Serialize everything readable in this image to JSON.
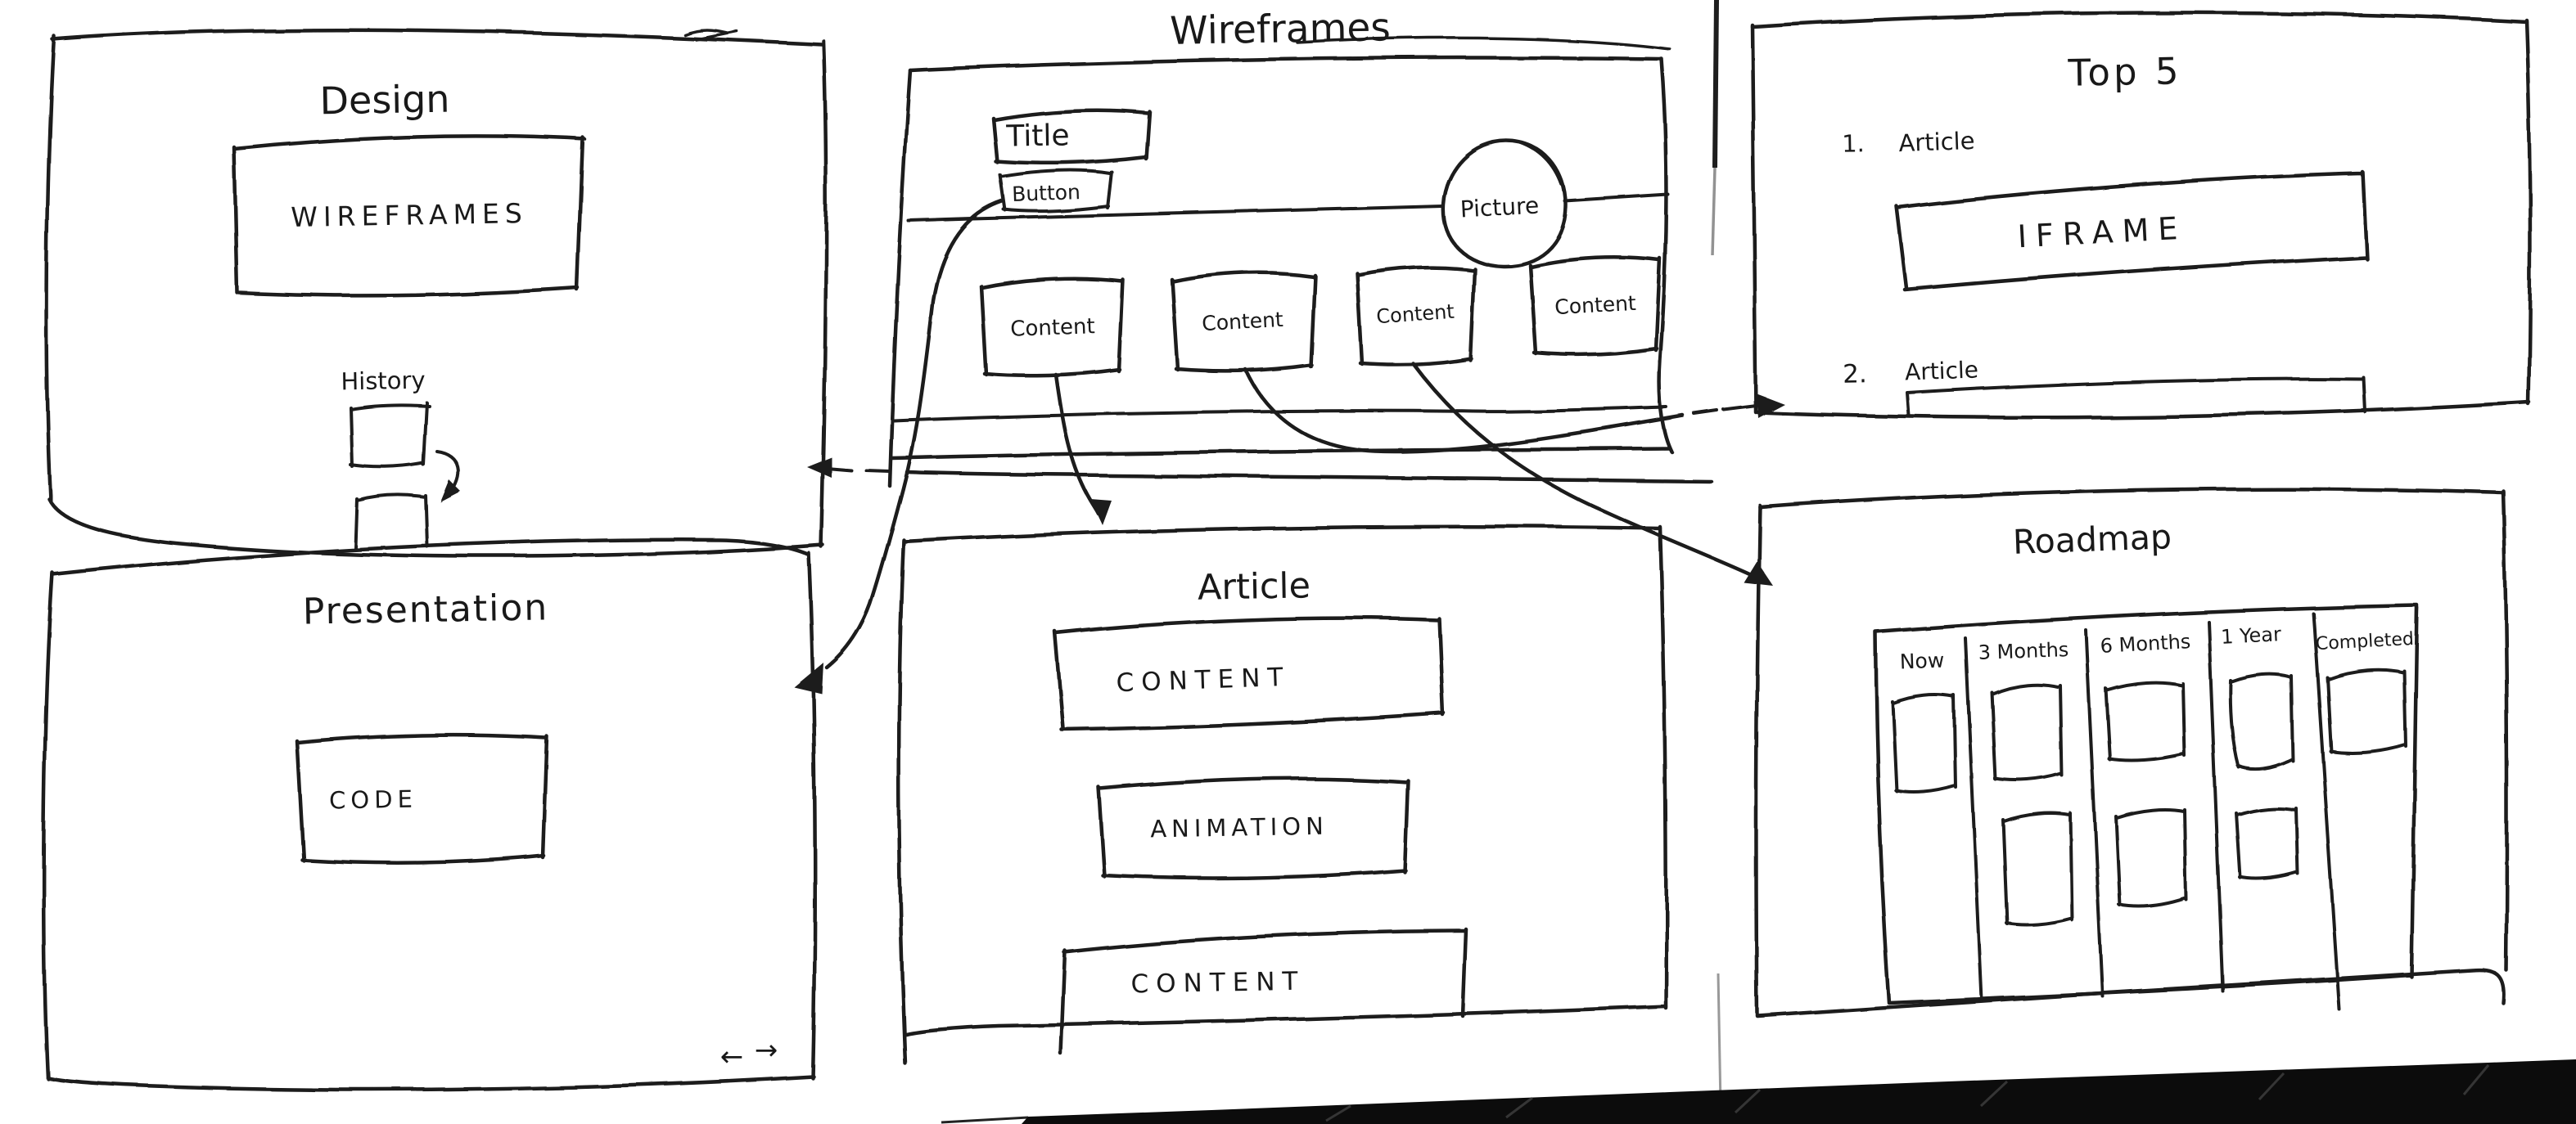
{
  "sketch": {
    "type": "hand-drawn wireframe storyboard",
    "colors": {
      "ink": "#1b1b1b",
      "paper": "#ffffff",
      "smudge": "#0c0c0c"
    }
  },
  "panels": {
    "design": {
      "title": "Design",
      "box_label": "WIREFRAMES",
      "history_label": "History"
    },
    "wireframes": {
      "title": "Wireframes",
      "title_box_label": "Title",
      "button_label": "Button",
      "picture_label": "Picture",
      "content_labels": [
        "Content",
        "Content",
        "Content",
        "Content"
      ]
    },
    "top5": {
      "title": "Top 5",
      "item1_number": "1.",
      "item1_label": "Article",
      "iframe_label": "IFRAME",
      "item2_number": "2.",
      "item2_label": "Article"
    },
    "presentation": {
      "title": "Presentation",
      "code_label": "CODE",
      "prev_arrow": "←",
      "next_arrow": "→"
    },
    "article": {
      "title": "Article",
      "content_top_label": "CONTENT",
      "animation_label": "ANIMATION",
      "content_bottom_label": "CONTENT"
    },
    "roadmap": {
      "title": "Roadmap",
      "columns": [
        "Now",
        "3 Months",
        "6 Months",
        "1 Year",
        "Completed"
      ],
      "card_counts": [
        1,
        2,
        2,
        2,
        1
      ]
    }
  }
}
